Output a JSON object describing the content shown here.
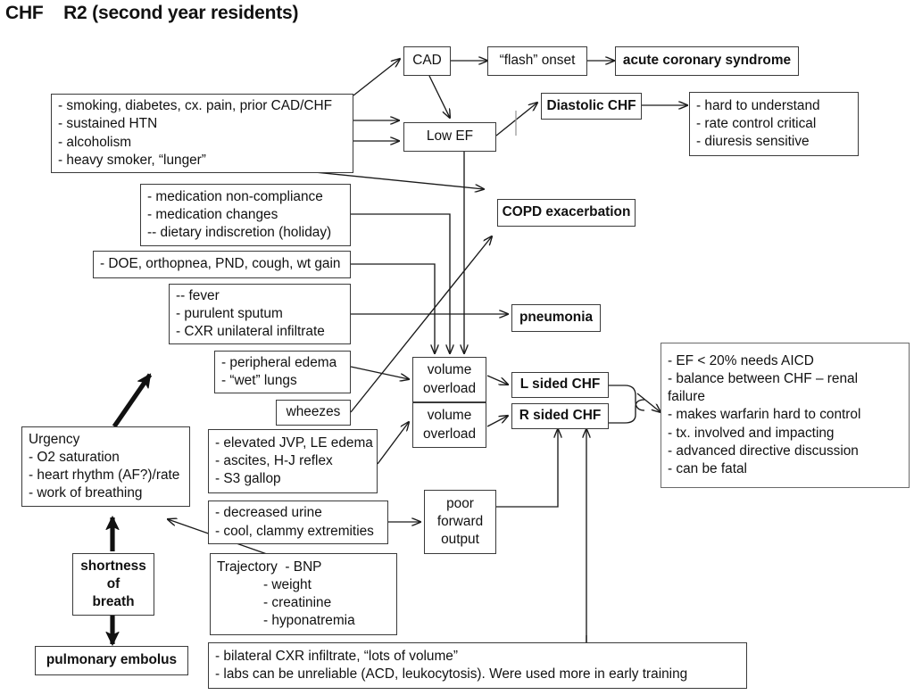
{
  "title": "CHF    R2 (second year residents)",
  "diagram": {
    "type": "flowchart",
    "topic": "Congestive Heart Failure teaching concept map",
    "nodes": {
      "risk_factors": {
        "lines": [
          "- smoking, diabetes, cx. pain, prior CAD/CHF",
          "- sustained HTN",
          "- alcoholism",
          "- heavy smoker, “lunger”"
        ]
      },
      "cad": {
        "lines": [
          "CAD"
        ]
      },
      "flash_onset": {
        "lines": [
          "“flash” onset"
        ]
      },
      "acute_coronary_syndrome": {
        "lines": [
          "acute coronary syndrome"
        ]
      },
      "low_ef": {
        "lines": [
          "Low EF"
        ]
      },
      "diastolic_chf": {
        "lines": [
          "Diastolic CHF"
        ]
      },
      "diastolic_details": {
        "lines": [
          "- hard to understand",
          "- rate control critical",
          "- diuresis sensitive"
        ]
      },
      "medication": {
        "lines": [
          "- medication non-compliance",
          "- medication changes",
          "-- dietary indiscretion (holiday)"
        ]
      },
      "copd_exacerbation": {
        "lines": [
          "COPD exacerbation"
        ]
      },
      "doe": {
        "lines": [
          "- DOE, orthopnea, PND, cough, wt gain"
        ]
      },
      "infection": {
        "lines": [
          "-- fever",
          "- purulent sputum",
          "- CXR unilateral infiltrate"
        ]
      },
      "pneumonia": {
        "lines": [
          "pneumonia"
        ]
      },
      "edema": {
        "lines": [
          "- peripheral edema",
          "- “wet” lungs"
        ]
      },
      "wheezes": {
        "lines": [
          "wheezes"
        ]
      },
      "volume_overload_left": {
        "lines": [
          "volume",
          "overload"
        ]
      },
      "volume_overload_right": {
        "lines": [
          "volume",
          "overload"
        ]
      },
      "l_sided_chf": {
        "lines": [
          "L sided CHF"
        ]
      },
      "r_sided_chf": {
        "lines": [
          "R sided CHF"
        ]
      },
      "chf_implications": {
        "lines": [
          "- EF < 20% needs AICD",
          "- balance between CHF – renal",
          "failure",
          "- makes warfarin hard to control",
          "- tx. involved and impacting",
          "- advanced directive discussion",
          "- can be fatal"
        ]
      },
      "urgency": {
        "lines": [
          "Urgency",
          "- O2 saturation",
          "- heart rhythm (AF?)/rate",
          "- work of breathing"
        ]
      },
      "right_signs": {
        "lines": [
          "- elevated JVP, LE edema",
          "- ascites, H-J reflex",
          "- S3 gallop"
        ]
      },
      "forward_signs": {
        "lines": [
          "- decreased urine",
          "- cool, clammy extremities"
        ]
      },
      "poor_forward_output": {
        "lines": [
          "poor",
          "forward",
          "output"
        ]
      },
      "shortness_of_breath": {
        "lines": [
          "shortness",
          "of",
          "breath"
        ]
      },
      "pulmonary_embolus": {
        "lines": [
          "pulmonary embolus"
        ]
      },
      "trajectory": {
        "lines": [
          "Trajectory  - BNP",
          "- weight",
          "- creatinine",
          "- hyponatremia"
        ]
      },
      "labs": {
        "lines": [
          "- bilateral CXR infiltrate, “lots of volume”",
          "- labs can be unreliable (ACD, leukocytosis). Were used more in early training"
        ]
      }
    },
    "edges": [
      {
        "from": "risk_factors",
        "to": "cad"
      },
      {
        "from": "cad",
        "to": "flash_onset"
      },
      {
        "from": "flash_onset",
        "to": "acute_coronary_syndrome"
      },
      {
        "from": "cad",
        "to": "low_ef"
      },
      {
        "from": "risk_factors",
        "to": "low_ef"
      },
      {
        "from": "low_ef",
        "to": "diastolic_chf"
      },
      {
        "from": "diastolic_chf",
        "to": "diastolic_details"
      },
      {
        "from": "risk_factors",
        "to": "copd_exacerbation"
      },
      {
        "from": "medication",
        "to": "volume_overload_left"
      },
      {
        "from": "doe",
        "to": "volume_overload_left"
      },
      {
        "from": "low_ef",
        "to": "volume_overload_left"
      },
      {
        "from": "infection",
        "to": "pneumonia"
      },
      {
        "from": "edema",
        "to": "volume_overload_left"
      },
      {
        "from": "wheezes",
        "to": "copd_exacerbation"
      },
      {
        "from": "right_signs",
        "to": "volume_overload_right"
      },
      {
        "from": "volume_overload_left",
        "to": "l_sided_chf"
      },
      {
        "from": "volume_overload_right",
        "to": "r_sided_chf"
      },
      {
        "from": "l_sided_chf",
        "to": "chf_implications"
      },
      {
        "from": "r_sided_chf",
        "to": "chf_implications"
      },
      {
        "from": "forward_signs",
        "to": "poor_forward_output"
      },
      {
        "from": "poor_forward_output",
        "to": "r_sided_chf"
      },
      {
        "from": "labs",
        "to": "r_sided_chf"
      },
      {
        "from": "urgency",
        "to": "volume_overload_left"
      },
      {
        "from": "shortness_of_breath",
        "to": "urgency"
      },
      {
        "from": "shortness_of_breath",
        "to": "pulmonary_embolus"
      },
      {
        "from": "trajectory",
        "to": "urgency"
      }
    ]
  },
  "colors": {
    "border": "#3a3a3a",
    "text": "#111111",
    "background": "#ffffff",
    "arrow": "#1a1a1a"
  }
}
